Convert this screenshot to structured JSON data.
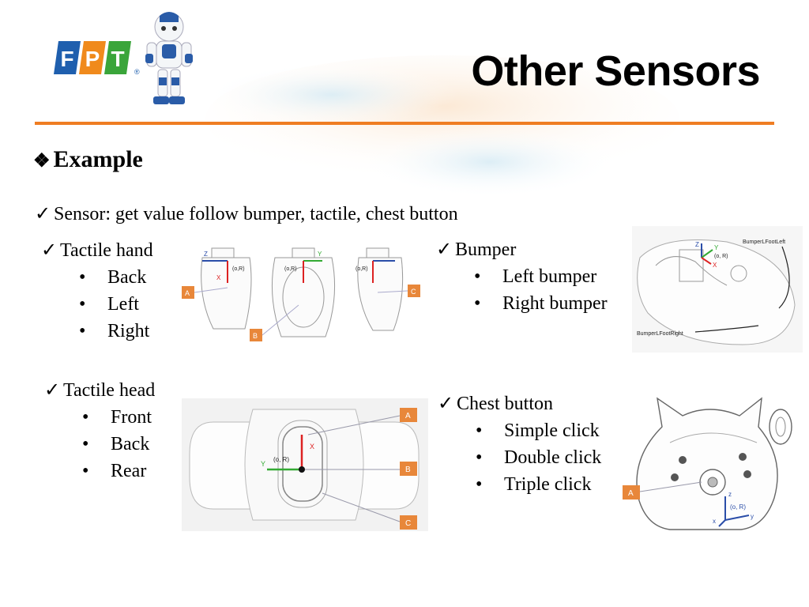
{
  "slide": {
    "title": "Other Sensors",
    "heading": "Example",
    "heading_icon": "diamond-bullets-icon",
    "intro": "Sensor: get value follow bumper, tactile, chest button",
    "check_glyph": "✓"
  },
  "logo": {
    "text": "FPT",
    "letters": [
      "F",
      "P",
      "T"
    ],
    "registered": "®"
  },
  "sections": {
    "tactile_hand": {
      "label": "Tactile hand",
      "items": [
        "Back",
        "Left",
        "Right"
      ]
    },
    "bumper": {
      "label": "Bumper",
      "items": [
        "Left bumper",
        "Right bumper"
      ]
    },
    "tactile_head": {
      "label": "Tactile head",
      "items": [
        "Front",
        "Back",
        "Rear"
      ]
    },
    "chest_button": {
      "label": "Chest button",
      "items": [
        "Simple click",
        "Double click",
        "Triple click"
      ]
    }
  },
  "figures": {
    "hand": {
      "markers": [
        "A",
        "B",
        "C"
      ],
      "axes": [
        "Z",
        "X",
        "Y",
        "(o,R)"
      ]
    },
    "bumper": {
      "labels": [
        "BumperLFootLeft",
        "BumperLFootRight"
      ],
      "axes": [
        "Z",
        "Y",
        "X",
        "(o, R)"
      ]
    },
    "head": {
      "markers": [
        "A",
        "B",
        "C"
      ],
      "axes": [
        "X",
        "Y",
        "(o, R)"
      ]
    },
    "chest": {
      "markers": [
        "A"
      ],
      "axes": [
        "z",
        "x",
        "y",
        "(o, R)"
      ]
    }
  },
  "colors": {
    "accent": "#ef7d22",
    "logo_blue": "#1f5fae",
    "logo_orange": "#f08a1c",
    "logo_green": "#3aa53a",
    "marker": "#e8873a"
  }
}
